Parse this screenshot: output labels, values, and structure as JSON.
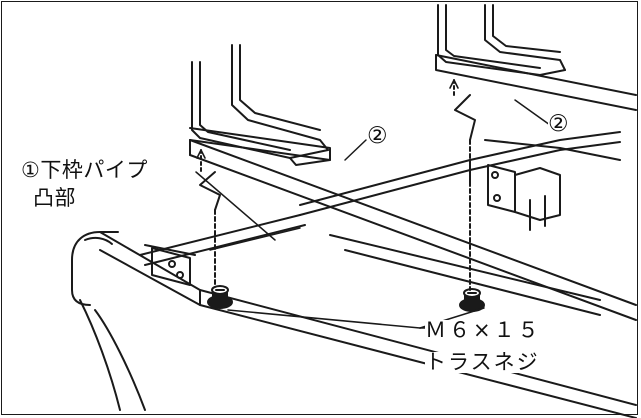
{
  "figure": {
    "labels": {
      "part1": "①下枠パイプ",
      "part1_sub": "凸部",
      "part2_mid": "②",
      "part2_right": "②",
      "screw_spec": "Ｍ６×１５",
      "screw_type": "トラスネジ"
    },
    "colors": {
      "ink": "#1a1a1a",
      "background": "#ffffff"
    }
  }
}
